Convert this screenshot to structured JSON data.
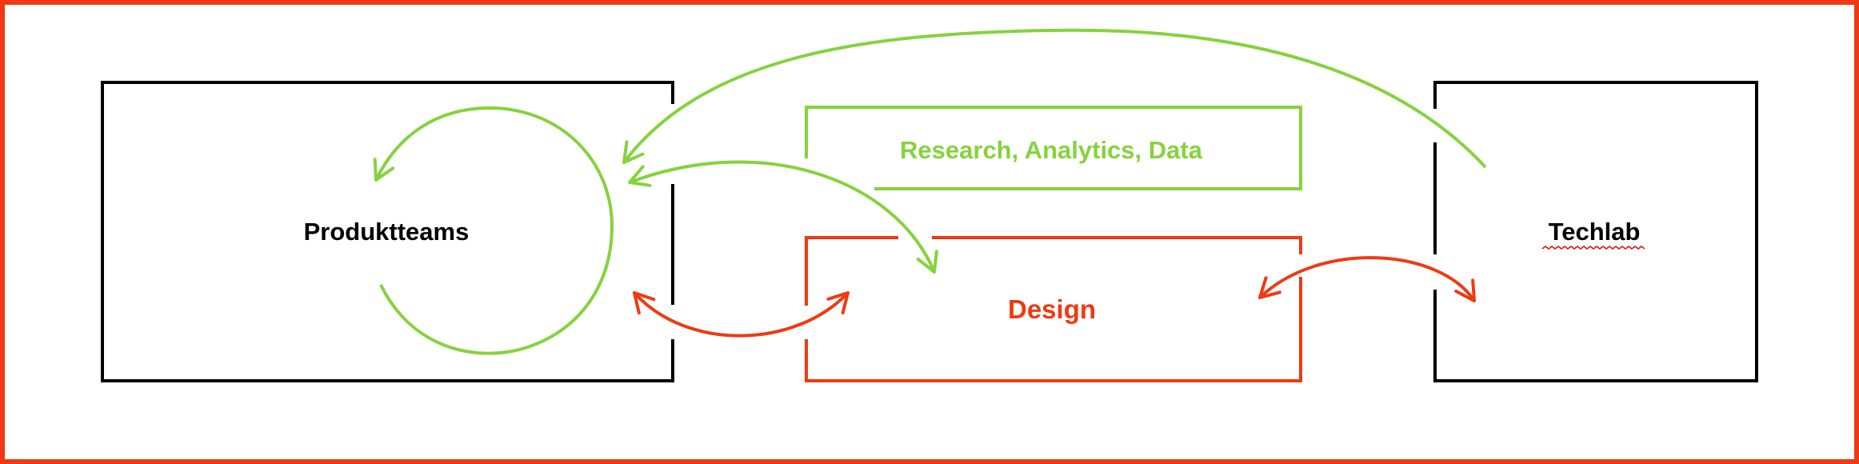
{
  "nodes": {
    "produktteams": {
      "label": "Produktteams"
    },
    "research": {
      "label": "Research, Analytics, Data"
    },
    "design": {
      "label": "Design"
    },
    "techlab": {
      "label": "Techlab"
    }
  },
  "colors": {
    "frame": "#ee3a12",
    "green": "#86d23e",
    "red": "#ee3a12",
    "black": "#000000",
    "spellcheck_underline": "#e01010"
  }
}
